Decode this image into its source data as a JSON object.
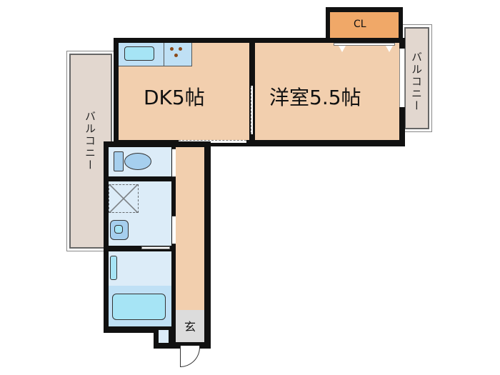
{
  "floorplan": {
    "rooms": {
      "dk": {
        "label": "DK5帖",
        "type": "dining-kitchen",
        "size_jo": 5
      },
      "western": {
        "label": "洋室5.5帖",
        "type": "western-room",
        "size_jo": 5.5
      },
      "closet": {
        "label": "CL"
      },
      "entrance": {
        "label": "玄"
      }
    },
    "balconies": {
      "left": {
        "label": "バルコニー"
      },
      "right": {
        "label": "バルコニー"
      }
    },
    "colors": {
      "wall": "#111111",
      "floor_wood": "#f2cfae",
      "wet_area": "#dcecf8",
      "fixture": "#a6e4f5",
      "closet": "#f0a868",
      "entrance": "#dcdcdc",
      "balcony": "#e2d7cf"
    }
  }
}
